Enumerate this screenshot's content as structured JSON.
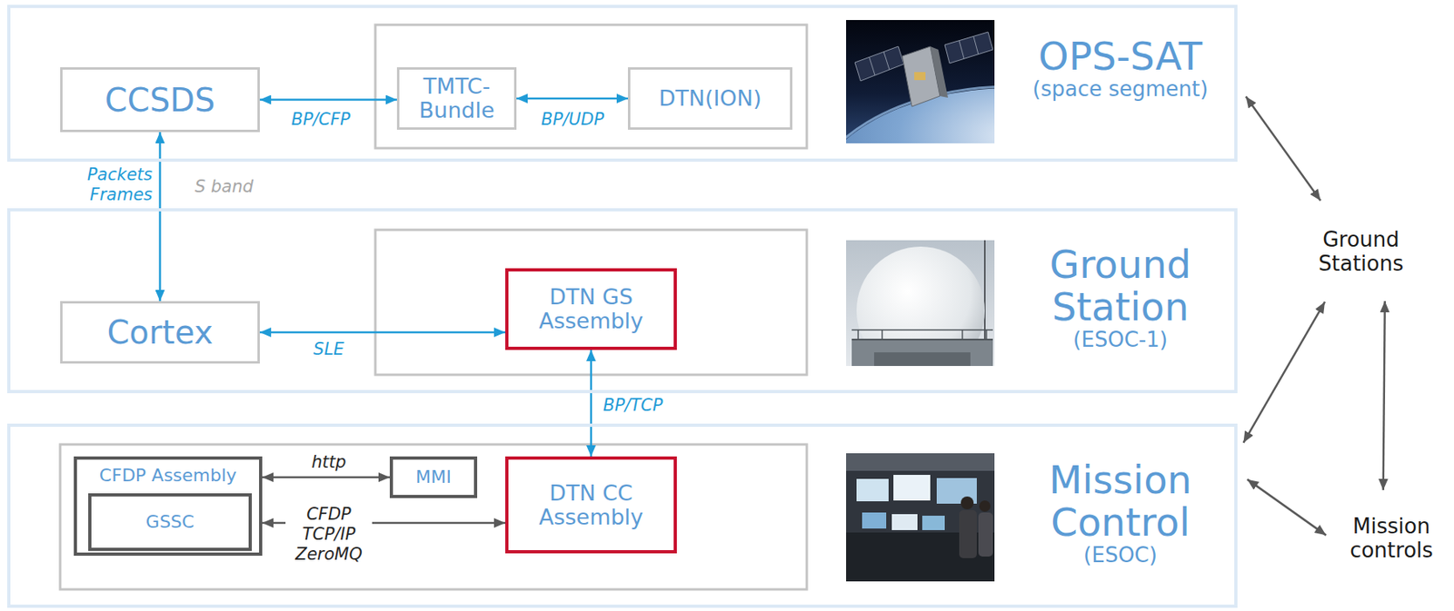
{
  "diagram": {
    "nodes": [
      {
        "text": [
          "OPS-SAT",
          "(space segment)"
        ]
      },
      {
        "text": [
          "CCSDS"
        ],
        "in": 0
      },
      {
        "text": [
          "TMTC- Bundle"
        ],
        "in": 0
      },
      {
        "text": [
          "DTN(ION)"
        ],
        "in": 0
      },
      {
        "text": [
          "Ground Station",
          "(ESOC-1)"
        ]
      },
      {
        "text": [
          "Cortex"
        ],
        "in": 4
      },
      {
        "text": [
          "DTN GS Assembly"
        ],
        "in": 4
      },
      {
        "text": [
          "Ground Stations"
        ]
      },
      {
        "text": [
          "Mission Control",
          "(ESOC)"
        ]
      },
      {
        "text": [
          "CFDP Assembly"
        ],
        "in": 8
      },
      {
        "text": [
          "GSSC"
        ],
        "in": 9
      },
      {
        "text": [
          "MMI"
        ],
        "in": 8
      },
      {
        "text": [
          "DTN CC Assembly"
        ],
        "in": 8
      },
      {
        "text": [
          "Mission controls"
        ]
      }
    ],
    "edges": [
      {
        "from": 1,
        "to": 2,
        "label": "BP/CFP",
        "arrow": "both"
      },
      {
        "from": 2,
        "to": 3,
        "label": "BP/UDP",
        "arrow": "both"
      },
      {
        "from": 1,
        "to": 5,
        "label": "Packets Frames",
        "arrow": "both"
      },
      {
        "from": 5,
        "to": 6,
        "label": "SLE",
        "arrow": "both"
      },
      {
        "from": 6,
        "to": 12,
        "label": "BP/TCP",
        "arrow": "both"
      },
      {
        "from": 9,
        "to": 11,
        "label": "http",
        "arrow": "both"
      },
      {
        "from": 9,
        "to": 12,
        "label": "CFDP TCP/IP ZeroMQ",
        "arrow": "both"
      },
      {
        "from": 0,
        "to": 7,
        "arrow": "both"
      },
      {
        "from": 8,
        "to": 7,
        "arrow": "both"
      },
      {
        "from": 7,
        "to": 13,
        "arrow": "both"
      },
      {
        "from": 8,
        "to": 13,
        "arrow": "both"
      }
    ],
    "labels": [
      "S band"
    ]
  }
}
